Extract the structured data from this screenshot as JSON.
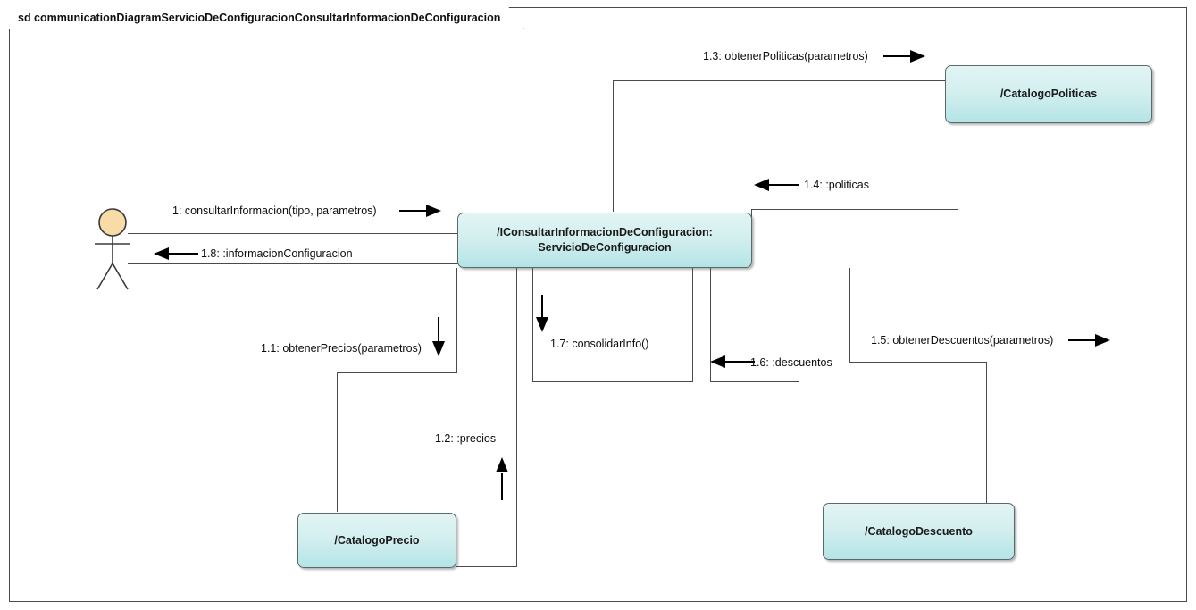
{
  "frame": {
    "label": "sd communicationDiagramServicioDeConfiguracionConsultarInformacionDeConfiguracion"
  },
  "actor": {
    "name": "actor-stick-figure"
  },
  "nodes": [
    {
      "id": "central",
      "line1": "/IConsultarInformacionDeConfiguracion:",
      "line2": "ServicioDeConfiguracion"
    },
    {
      "id": "politicas",
      "line1": "/CatalogoPoliticas",
      "line2": ""
    },
    {
      "id": "precio",
      "line1": "/CatalogoPrecio",
      "line2": ""
    },
    {
      "id": "descuento",
      "line1": "/CatalogoDescuento",
      "line2": ""
    }
  ],
  "messages": [
    {
      "seq": "1",
      "label": "1: consultarInformacion(tipo, parametros)",
      "direction": "right"
    },
    {
      "seq": "1.1",
      "label": "1.1: obtenerPrecios(parametros)",
      "direction": "down"
    },
    {
      "seq": "1.2",
      "label": "1.2: :precios",
      "direction": "up"
    },
    {
      "seq": "1.3",
      "label": "1.3: obtenerPoliticas(parametros)",
      "direction": "right"
    },
    {
      "seq": "1.4",
      "label": "1.4: :politicas",
      "direction": "left"
    },
    {
      "seq": "1.5",
      "label": "1.5: obtenerDescuentos(parametros)",
      "direction": "right"
    },
    {
      "seq": "1.6",
      "label": "1.6: :descuentos",
      "direction": "left"
    },
    {
      "seq": "1.7",
      "label": "1.7: consolidarInfo()",
      "direction": "down"
    },
    {
      "seq": "1.8",
      "label": "1.8: :informacionConfiguracion",
      "direction": "left"
    }
  ],
  "colors": {
    "node_fill_top": "#e2f4f4",
    "node_fill_bottom": "#b4e4e6",
    "node_border": "#5a6a6a",
    "line": "#4a4a4a",
    "arrow": "#000000",
    "actor_head_fill": "#f7dca8",
    "background": "#ffffff"
  }
}
